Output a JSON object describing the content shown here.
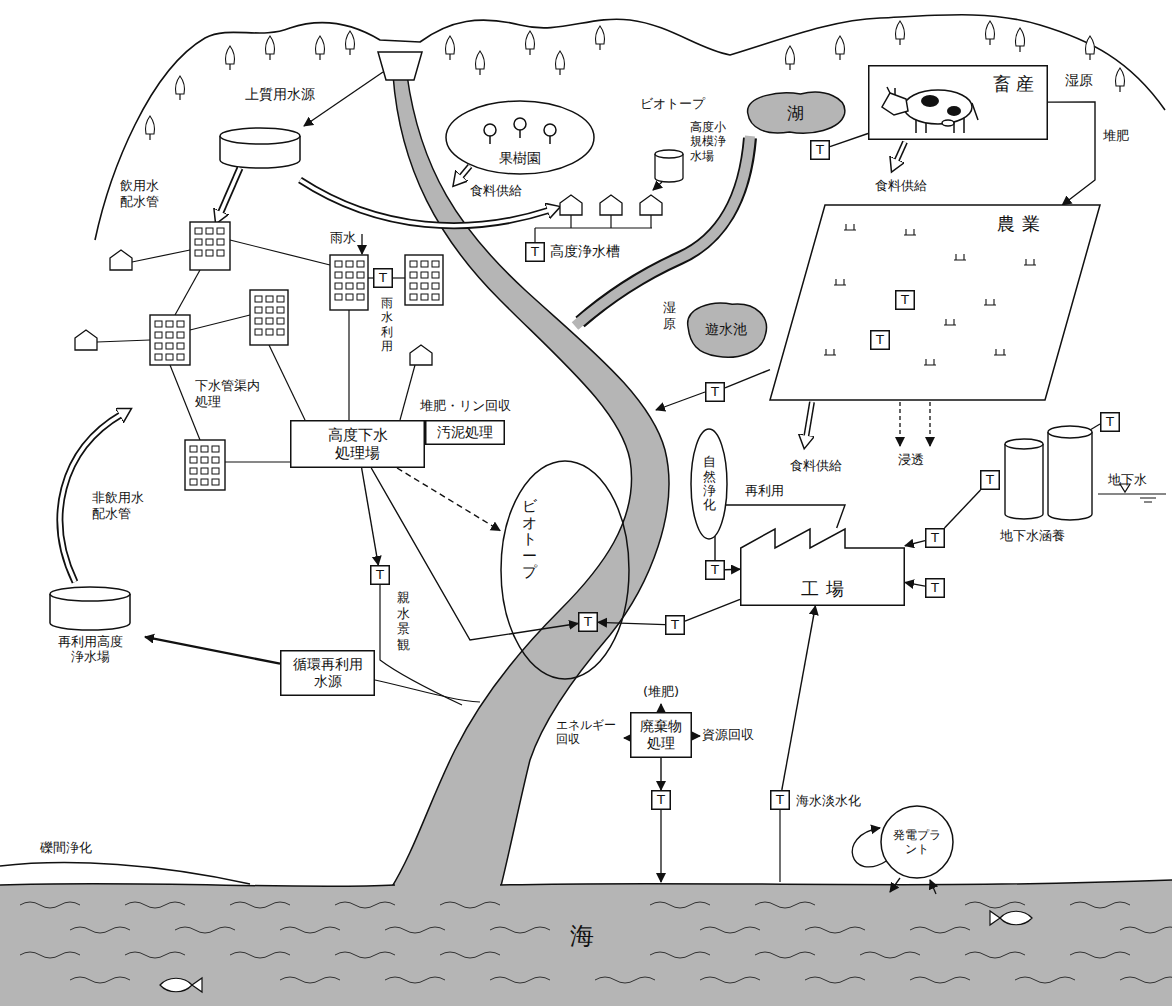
{
  "diagram": {
    "nodes": [
      {
        "text": [
          "湖"
        ]
      },
      {
        "text": [
          "果樹園"
        ]
      },
      {
        "text": [
          "畜産"
        ]
      },
      {
        "text": [
          "T"
        ]
      },
      {
        "text": [
          "農業"
        ]
      },
      {
        "text": [
          "T"
        ],
        "in": 4
      },
      {
        "text": [
          "T"
        ],
        "in": 4
      },
      {
        "text": [
          "T"
        ]
      },
      {
        "text": [
          "遊水池"
        ]
      },
      {
        "text": [
          "T"
        ]
      },
      {
        "text": [
          "T"
        ]
      },
      {
        "text": [
          "自然浄化"
        ]
      },
      {
        "text": [
          "ビオトープ"
        ]
      },
      {
        "text": [
          "高度下水処理場"
        ]
      },
      {
        "text": [
          "汚泥処理"
        ]
      },
      {
        "text": [
          "T"
        ]
      },
      {
        "text": [
          "T"
        ]
      },
      {
        "text": [
          "工場"
        ]
      },
      {
        "text": [
          "T"
        ]
      },
      {
        "text": [
          "T"
        ]
      },
      {
        "text": [
          "T"
        ]
      },
      {
        "text": [
          "T"
        ]
      },
      {
        "text": [
          "T"
        ]
      },
      {
        "text": [
          "T"
        ]
      },
      {
        "text": [
          "循環再利用水源"
        ]
      },
      {
        "text": [
          "再利用高度浄水場"
        ]
      },
      {
        "text": [
          "廃棄物処理"
        ]
      },
      {
        "text": [
          "T"
        ]
      },
      {
        "text": [
          "T"
        ]
      },
      {
        "text": [
          "発電プラント"
        ]
      }
    ],
    "edges": [
      {
        "from": 2,
        "to": 3,
        "arrow": "none"
      },
      {
        "from": 2,
        "to": 4,
        "label": "堆肥",
        "arrow": "to"
      },
      {
        "from": 4,
        "to": 7,
        "arrow": "none"
      },
      {
        "from": 13,
        "to": 12,
        "arrow": "to"
      },
      {
        "from": 13,
        "to": 15,
        "arrow": "to"
      },
      {
        "from": 13,
        "to": 16,
        "arrow": "to"
      },
      {
        "from": 17,
        "to": 18,
        "arrow": "none"
      },
      {
        "from": 18,
        "to": 17,
        "arrow": "to"
      },
      {
        "from": 19,
        "to": 17,
        "arrow": "to"
      },
      {
        "from": 20,
        "to": 17,
        "arrow": "to"
      },
      {
        "from": 23,
        "to": 19,
        "arrow": "none"
      },
      {
        "from": 17,
        "to": 21,
        "arrow": "none"
      },
      {
        "from": 21,
        "to": 16,
        "arrow": "to"
      },
      {
        "from": 24,
        "to": 25,
        "arrow": "to"
      },
      {
        "from": 26,
        "to": 27,
        "arrow": "to"
      },
      {
        "from": 28,
        "to": 17,
        "arrow": "to"
      }
    ],
    "labels": [
      "湿原",
      "ビオトープ",
      "上質用水源",
      "食料供給",
      "高度小規模浄水場",
      "食料供給",
      "高度浄水槽",
      "湿原",
      "飲用水配水管",
      "雨水",
      "雨水利用",
      "下水管渠内処理",
      "堆肥・リン回収",
      "食料供給",
      "浸透",
      "地下水",
      "地下水涵養",
      "再利用",
      "非飲用水配水管",
      "親水景観",
      "(堆肥)",
      "エネルギー回収",
      "資源回収",
      "海水淡水化",
      "礫間浄化",
      "海"
    ]
  }
}
